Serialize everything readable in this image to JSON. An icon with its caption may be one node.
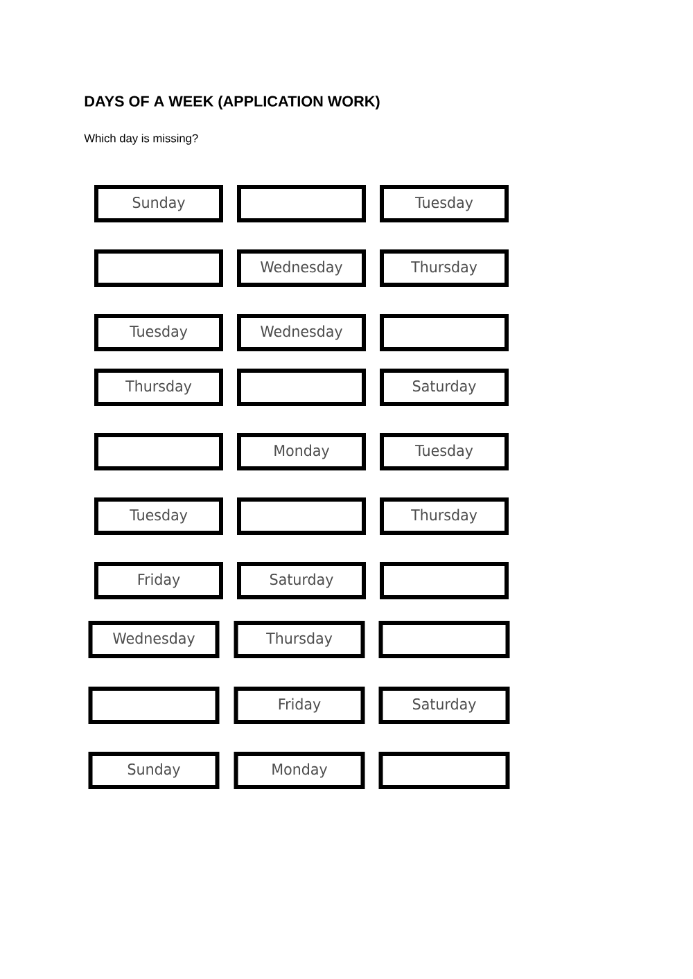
{
  "diagram": {
    "title": "DAYS OF A WEEK (APPLICATION WORK)",
    "nodes": [
      {
        "text": [
          "Sunday"
        ]
      },
      {
        "text": [],
        "shape": "box"
      },
      {
        "text": [
          "Tuesday"
        ]
      },
      {
        "text": [],
        "shape": "box"
      },
      {
        "text": [
          "Wednesday"
        ]
      },
      {
        "text": [
          "Thursday"
        ]
      },
      {
        "text": [
          "Tuesday"
        ]
      },
      {
        "text": [
          "Wednesday"
        ]
      },
      {
        "text": [],
        "shape": "box"
      },
      {
        "text": [
          "Thursday"
        ]
      },
      {
        "text": [],
        "shape": "box"
      },
      {
        "text": [
          "Saturday"
        ]
      },
      {
        "text": [],
        "shape": "box"
      },
      {
        "text": [
          "Monday"
        ]
      },
      {
        "text": [
          "Tuesday"
        ]
      },
      {
        "text": [
          "Tuesday"
        ]
      },
      {
        "text": [],
        "shape": "box"
      },
      {
        "text": [
          "Thursday"
        ]
      },
      {
        "text": [
          "Friday"
        ]
      },
      {
        "text": [
          "Saturday"
        ]
      },
      {
        "text": [],
        "shape": "box"
      },
      {
        "text": [
          "Wednesday"
        ]
      },
      {
        "text": [
          "Thursday"
        ]
      },
      {
        "text": [],
        "shape": "box"
      },
      {
        "text": [],
        "shape": "box"
      },
      {
        "text": [
          "Friday"
        ]
      },
      {
        "text": [
          "Saturday"
        ]
      },
      {
        "text": [
          "Sunday"
        ]
      },
      {
        "text": [
          "Monday"
        ]
      },
      {
        "text": [],
        "shape": "box"
      }
    ],
    "labels": [
      "Which day is missing?"
    ]
  }
}
